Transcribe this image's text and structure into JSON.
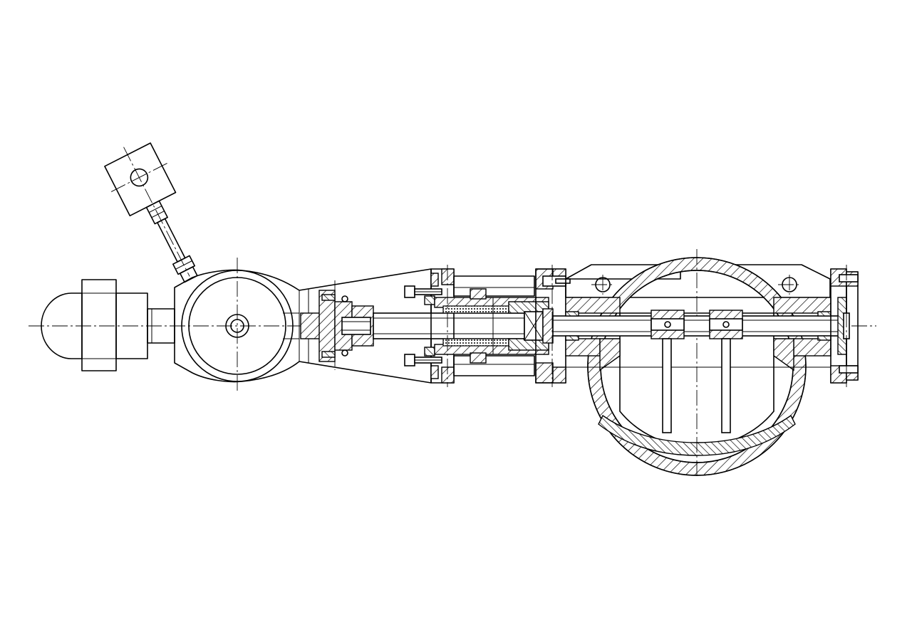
{
  "colors": {
    "background": "#ffffff",
    "ink": "#000000"
  },
  "drawing": {
    "components": [
      "electric-actuator-cap",
      "actuator-housing",
      "hand-lever-pivot",
      "gearbox-housing",
      "coupling-flange",
      "drive-shaft",
      "packing-gland",
      "bearing",
      "valve-body-flange",
      "valve-body",
      "valve-disc-shaft",
      "valve-disc-plates",
      "end-cover"
    ]
  }
}
